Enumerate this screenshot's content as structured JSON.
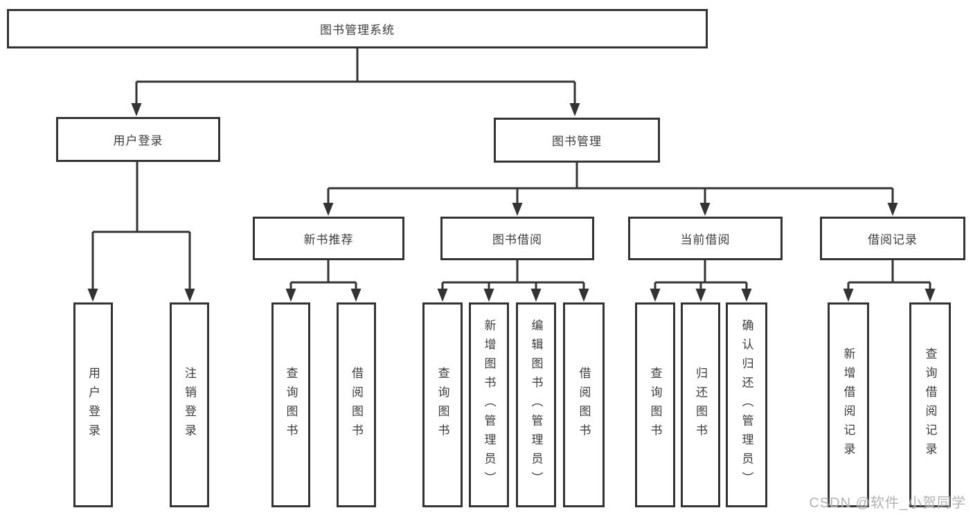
{
  "diagram_title": "图书管理系统",
  "nodes": {
    "root": "图书管理系统",
    "user_login": "用户登录",
    "book_mgmt": "图书管理",
    "new_book_rec": "新书推荐",
    "book_borrow": "图书借阅",
    "current_borrow": "当前借阅",
    "borrow_record": "借阅记录",
    "leaf_user_login": "用户登录",
    "leaf_logout": "注销登录",
    "leaf_query_book_1": "查询图书",
    "leaf_borrow_book_1": "借阅图书",
    "leaf_query_book_2": "查询图书",
    "leaf_add_book": "新增图书（管理员）",
    "leaf_edit_book": "编辑图书（管理员）",
    "leaf_borrow_book_2": "借阅图书",
    "leaf_query_book_3": "查询图书",
    "leaf_return_book": "归还图书",
    "leaf_confirm_return": "确认归还（管理员）",
    "leaf_add_borrow_record": "新增借阅记录",
    "leaf_query_borrow_record": "查询借阅记录"
  },
  "watermark": "CSDN @软件_小贺同学",
  "colors": {
    "line": "#333333",
    "box_border": "#333333",
    "text": "#3c3c3c",
    "watermark": "#a5a5a5",
    "background": "#ffffff"
  }
}
